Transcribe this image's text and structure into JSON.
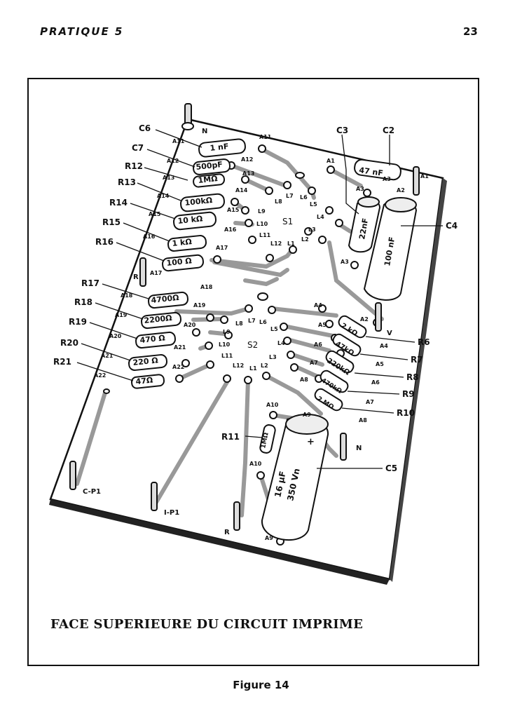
{
  "header": {
    "title": "PRATIQUE 5",
    "page_number": "23"
  },
  "caption": "FACE SUPERIEURE DU CIRCUIT IMPRIME",
  "figure_label": "Figure 14",
  "callouts": {
    "C6": "C6",
    "C7": "C7",
    "R12": "R12",
    "R13": "R13",
    "R14": "R14",
    "R15": "R15",
    "R16": "R16",
    "R17": "R17",
    "R18": "R18",
    "R19": "R19",
    "R20": "R20",
    "R21": "R21",
    "C3": "C3",
    "C2": "C2",
    "C4": "C4",
    "R6": "R6",
    "R7": "R7",
    "R8": "R8",
    "R9": "R9",
    "R10": "R10",
    "R11": "R11",
    "C5": "C5"
  },
  "component_values": {
    "C6": "1 nF",
    "C7": "500pF",
    "R12": "1MΩ",
    "R13": "100kΩ",
    "R14": "10 kΩ",
    "R15": "1 kΩ",
    "R16": "100 Ω",
    "R17": "4700Ω",
    "R18": "2200Ω",
    "R19": "470 Ω",
    "R20": "220 Ω",
    "R21": "47Ω",
    "C2": "47 nF",
    "C3": "22nF",
    "C4": "100 nF",
    "R6": "2 kΩ",
    "R7": "47kΩ",
    "R8": "220kΩ",
    "R9": "470kΩ",
    "R10": "2 MΩ",
    "R11": "1MΩ",
    "C5_line1": "16 μF",
    "C5_line2": "350 Vn",
    "C5_plus": "+"
  },
  "switch_labels": {
    "S1": "S1",
    "S2": "S2"
  },
  "terminal_labels": {
    "N_top": "N",
    "R_left": "R",
    "V": "V",
    "N_right": "N",
    "C_P1": "C-P1",
    "I_P1": "I-P1",
    "R_bottom": "R"
  },
  "pad_labels": {
    "A11a": "A11",
    "A11b": "A11",
    "A12a": "A12",
    "A12b": "A12",
    "A13a": "A13",
    "A13b": "A13",
    "A14a": "A14",
    "A14b": "A14",
    "A15a": "A15",
    "A15b": "A15",
    "A16a": "A16",
    "A16b": "A16",
    "A17a": "A17",
    "A17b": "A17",
    "A18a": "A18",
    "A18b": "A18",
    "A19a": "A19",
    "A19b": "A19",
    "A20a": "A20",
    "A20b": "A20",
    "A21a": "A21",
    "A21b": "A21",
    "A22a": "A22",
    "A22b": "A22",
    "A1a": "A1",
    "A1b": "A1",
    "A2a": "A2",
    "A2b": "A2",
    "A3a": "A3",
    "A3b": "A3",
    "A3c": "A3",
    "A4a": "A4",
    "A4b": "A4",
    "A5a": "A5",
    "A5b": "A5",
    "A6a": "A6",
    "A6b": "A6",
    "A7a": "A7",
    "A7b": "A7",
    "A8a": "A8",
    "A8b": "A8",
    "A9a": "A9",
    "A9b": "A9",
    "A10a": "A10",
    "A10b": "A10",
    "L1": "L1",
    "L2": "L2",
    "L3": "L3",
    "L4": "L4",
    "L5": "L5",
    "L6": "L6",
    "L7": "L7",
    "L8": "L8",
    "L9": "L9",
    "L10": "L10",
    "L11": "L11",
    "L12": "L12",
    "L1b": "L1",
    "L2b": "L2",
    "L3b": "L3",
    "L4b": "L4",
    "L5b": "L5",
    "L6b": "L6",
    "L7b": "L7",
    "L8b": "L8",
    "L9b": "L9",
    "L10b": "L10",
    "L11b": "L11",
    "L12b": "L12"
  }
}
